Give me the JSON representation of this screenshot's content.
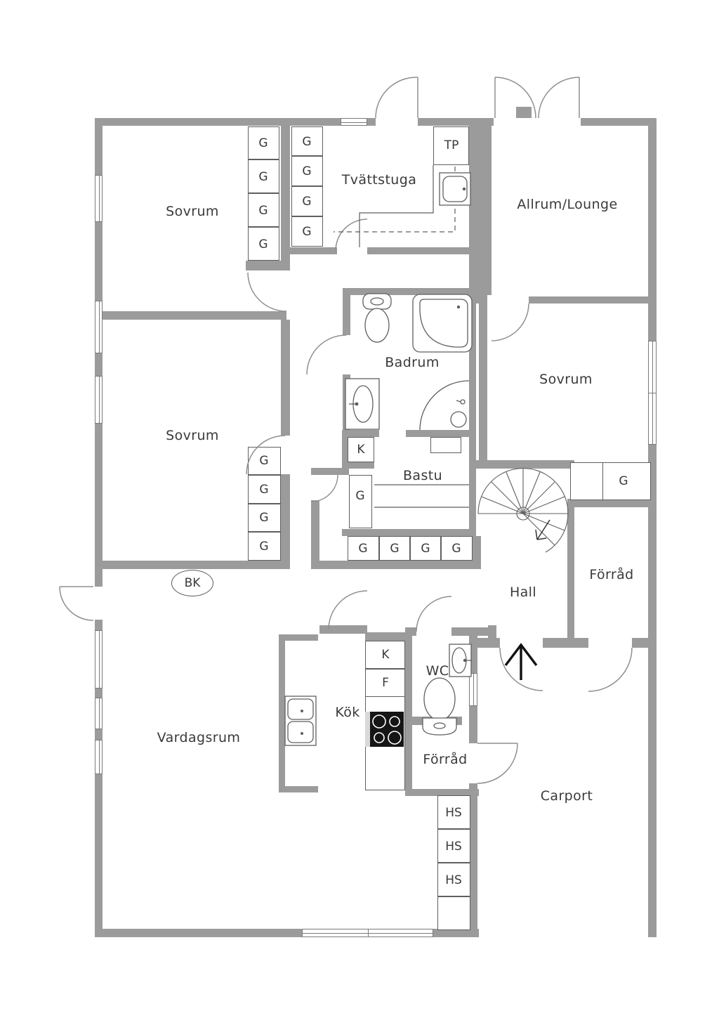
{
  "colors": {
    "wall": "#9b9b9b",
    "thin_line": "#5f5f5f",
    "door_arc": "#8f8f8f",
    "text": "#3a3a3a",
    "stove": "#151515"
  },
  "rooms": [
    {
      "id": "sovrum-nw",
      "label": "Sovrum"
    },
    {
      "id": "tvattstuga",
      "label": "Tvättstuga"
    },
    {
      "id": "allrum",
      "label": "Allrum/Lounge"
    },
    {
      "id": "sovrum-w",
      "label": "Sovrum"
    },
    {
      "id": "badrum",
      "label": "Badrum"
    },
    {
      "id": "sovrum-e",
      "label": "Sovrum"
    },
    {
      "id": "bastu",
      "label": "Bastu"
    },
    {
      "id": "hall",
      "label": "Hall"
    },
    {
      "id": "forrad-ne",
      "label": "Förråd"
    },
    {
      "id": "vardagsrum",
      "label": "Vardagsrum"
    },
    {
      "id": "kok",
      "label": "Kök"
    },
    {
      "id": "wc",
      "label": "WC"
    },
    {
      "id": "forrad-s",
      "label": "Förråd"
    },
    {
      "id": "carport",
      "label": "Carport"
    }
  ],
  "markers": {
    "wardrobe": "G",
    "tall_cabinet": "HS",
    "cleaning_cabinet": "K",
    "fridge": "K",
    "freezer": "F",
    "tumble_dryer": "TP",
    "fireplace": "BK"
  }
}
